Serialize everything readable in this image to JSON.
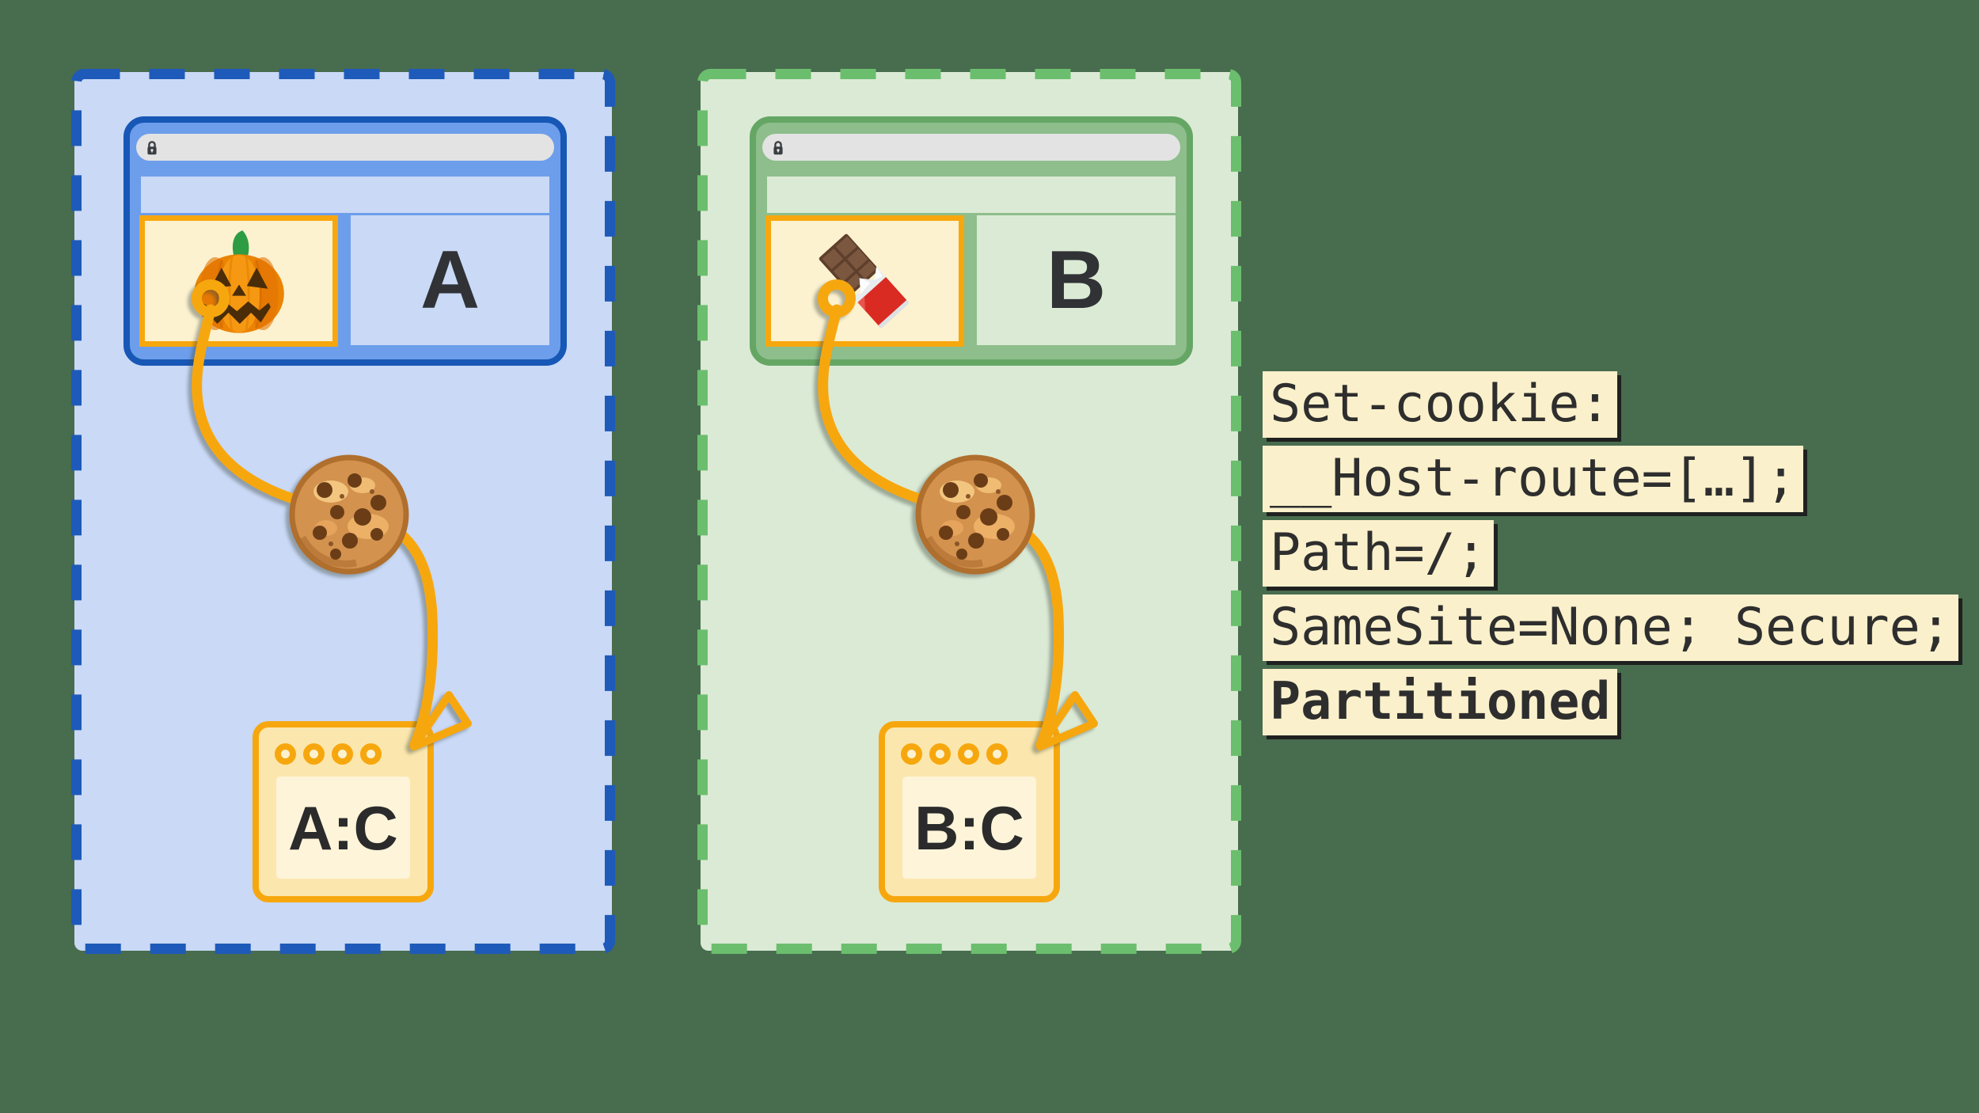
{
  "colors": {
    "page-bg": "#486C4E",
    "accent-orange": "#F7A70E",
    "cream": "#FCF2D0",
    "jar-fill": "#FBE7AD",
    "jar-inner": "#FDF4D9",
    "code-bg": "#FAF0CB",
    "code-text": "#2E2E2E",
    "blue-dash": "#1E5AB9",
    "blue-fill": "#C9D9F6",
    "blue-window-border": "#1757B5",
    "blue-window-body": "#6D9EEB",
    "green-dash": "#6BBE6D",
    "green-fill": "#DBEAD5",
    "green-window-border": "#66A665",
    "green-window-body": "#8DBE8C",
    "urlbar-bg": "#E3E3E3",
    "lock-color": "#3A3E42",
    "letter-color": "#303236"
  },
  "partitions": {
    "a": {
      "page_letter": "A",
      "jar_label": "A:C",
      "iframe_icon": "pumpkin-icon",
      "theme": "blue"
    },
    "b": {
      "page_letter": "B",
      "jar_label": "B:C",
      "iframe_icon": "chocolate-icon",
      "theme": "green"
    }
  },
  "code_block": {
    "lines": [
      {
        "text": "Set-cookie:",
        "bold": false
      },
      {
        "text": "__Host-route=[…];",
        "bold": false
      },
      {
        "text": "Path=/;",
        "bold": false
      },
      {
        "text": "SameSite=None; Secure;",
        "bold": false
      },
      {
        "text": "Partitioned",
        "bold": true
      }
    ]
  },
  "icons": {
    "address_bar": "lock-icon",
    "iframe_a": "pumpkin-icon",
    "iframe_b": "chocolate-icon",
    "flow_cookie": "cookie-icon",
    "flow_arrow": "arrowhead-icon",
    "flow_anchor": "anchor-ring-icon"
  }
}
